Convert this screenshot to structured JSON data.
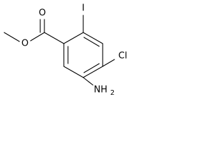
{
  "molecule": {
    "atoms": {
      "iodine": "I",
      "chlorine": "Cl",
      "amino": "NH",
      "amino_subscript": "2",
      "carbonyl_oxygen": "O",
      "ester_oxygen": "O"
    }
  }
}
